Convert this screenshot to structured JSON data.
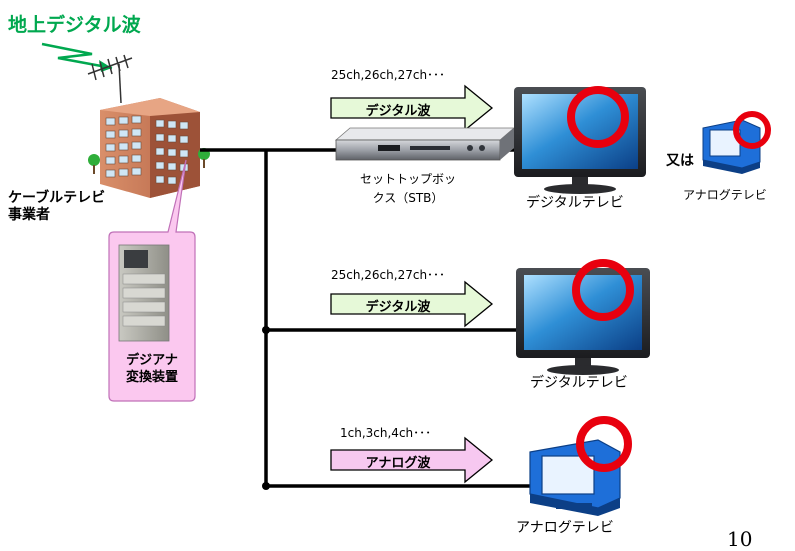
{
  "broadcast_label": "地上デジタル波",
  "operator_label": [
    "ケーブルテレビ",
    "事業者"
  ],
  "converter_label": [
    "デジアナ",
    "変換装置"
  ],
  "stb_label": [
    "セットトップボッ",
    "クス（STB）"
  ],
  "or_label": "又は",
  "rows": [
    {
      "channels": "25ch,26ch,27ch･･･",
      "wave": "デジタル波",
      "tv_label": "デジタルテレビ",
      "alt_tv_label": "アナログテレビ"
    },
    {
      "channels": "25ch,26ch,27ch･･･",
      "wave": "デジタル波",
      "tv_label": "デジタルテレビ"
    },
    {
      "channels": "1ch,3ch,4ch･･･",
      "wave": "アナログ波",
      "tv_label": "アナログテレビ"
    }
  ],
  "page_number": "10",
  "colors": {
    "green_text": "#00a84f",
    "digital_arrow_fill": "#e6f9d8",
    "analog_arrow_fill": "#f7c8f0",
    "callout_fill": "#fbc8ef",
    "ring": "#e8000e",
    "analog_tv_blue": "#1e6fd9"
  }
}
